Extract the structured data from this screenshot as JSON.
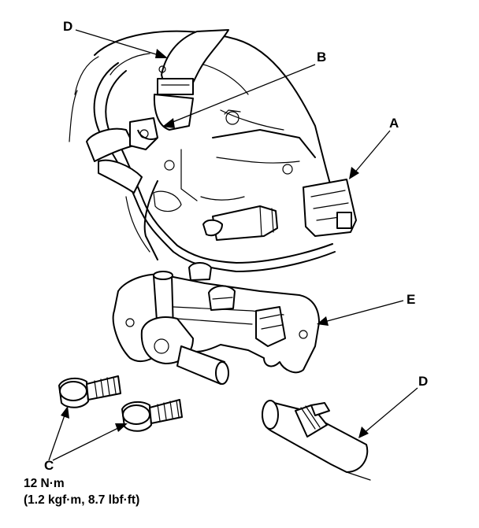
{
  "diagram": {
    "callouts": {
      "a": "A",
      "b": "B",
      "c": "C",
      "d_top": "D",
      "d_bottom": "D",
      "e": "E"
    },
    "torque_spec": {
      "line1": "12 N·m",
      "line2": "(1.2 kgf·m, 8.7 lbf·ft)"
    }
  }
}
